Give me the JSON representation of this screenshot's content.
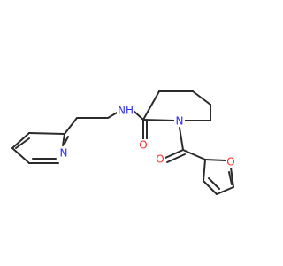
{
  "structure": {
    "colors": {
      "bond": "#2b2b2b",
      "N": "#2b2bff",
      "O": "#ff2b2b",
      "background": "#ffffff"
    },
    "atom_labels": {
      "nh": "NH",
      "amide_o": "O",
      "piperidine_n": "N",
      "acyl_o": "O",
      "furan_o": "O",
      "pyridine_n": "N"
    }
  }
}
